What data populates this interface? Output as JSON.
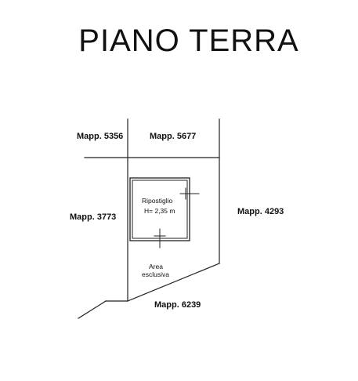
{
  "title": "PIANO TERRA",
  "parcels": {
    "mapp_5356": "Mapp. 5356",
    "mapp_5677": "Mapp. 5677",
    "mapp_3773": "Mapp. 3773",
    "mapp_4293": "Mapp. 4293",
    "mapp_6239": "Mapp. 6239"
  },
  "room": {
    "name": "Ripostiglio",
    "height": "H= 2,35 m"
  },
  "area": {
    "line1": "Area",
    "line2": "esclusiva"
  },
  "colors": {
    "line": "#222222",
    "background": "#ffffff"
  }
}
